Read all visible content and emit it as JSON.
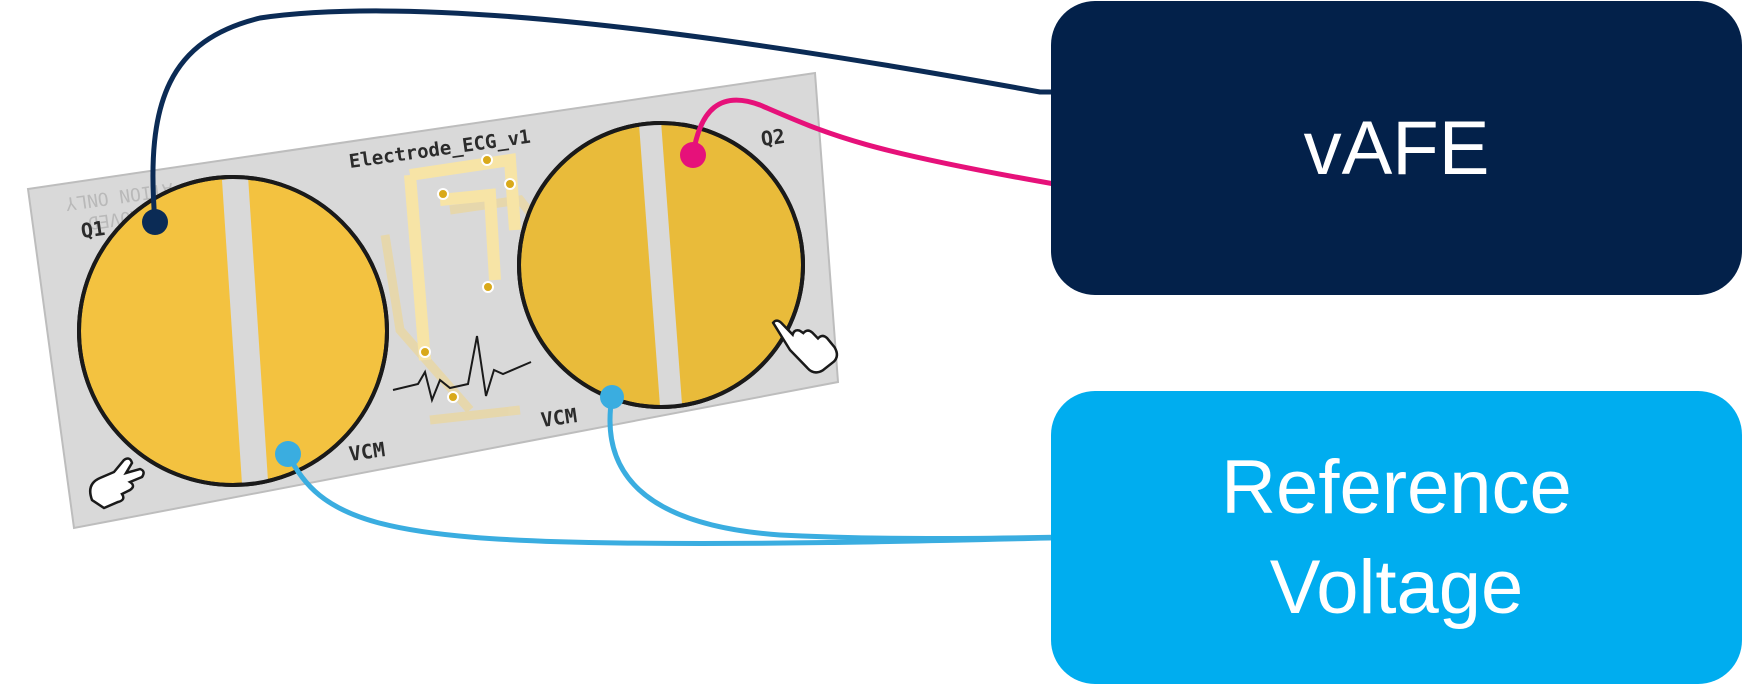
{
  "colors": {
    "navy": "#03214a",
    "magenta": "#e6117a",
    "sky": "#00adef",
    "sky_wire": "#3aade0",
    "gold": "#f2c23e",
    "pcb": "#d9d9d9"
  },
  "board": {
    "title": "Electrode_ECG_v1",
    "left_electrode": "Q1",
    "right_electrode": "Q2",
    "left_vcm": "VCM",
    "right_vcm": "VCM",
    "ghost_text_1": "ATION ONLY",
    "ghost_text_2": "PPROVED",
    "finger_icon": "pointing-finger-icon",
    "ecg_icon": "ecg-waveform-icon"
  },
  "boxes": {
    "vafe": "vAFE",
    "reference_line1": "Reference",
    "reference_line2": "Voltage"
  }
}
